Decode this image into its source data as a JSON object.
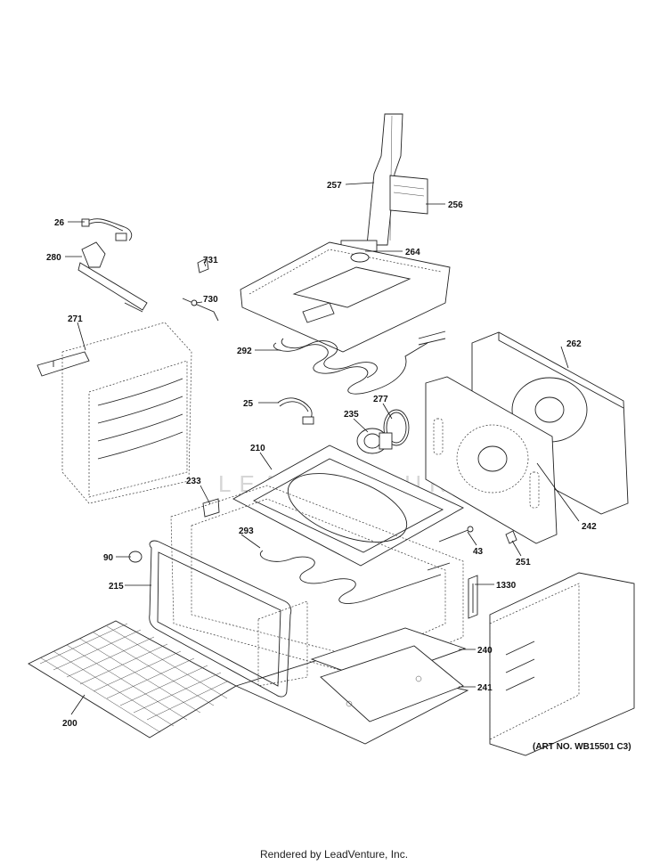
{
  "diagram": {
    "part_labels": [
      "257",
      "256",
      "264",
      "26",
      "280",
      "731",
      "730",
      "271",
      "292",
      "262",
      "25",
      "277",
      "235",
      "210",
      "233",
      "242",
      "293",
      "90",
      "43",
      "251",
      "215",
      "1330",
      "240",
      "241",
      "200"
    ],
    "watermark": "LEADVENTURE",
    "art_number": "(ART NO. WB15501 C3)"
  },
  "footer": {
    "text": "Rendered by LeadVenture, Inc."
  }
}
